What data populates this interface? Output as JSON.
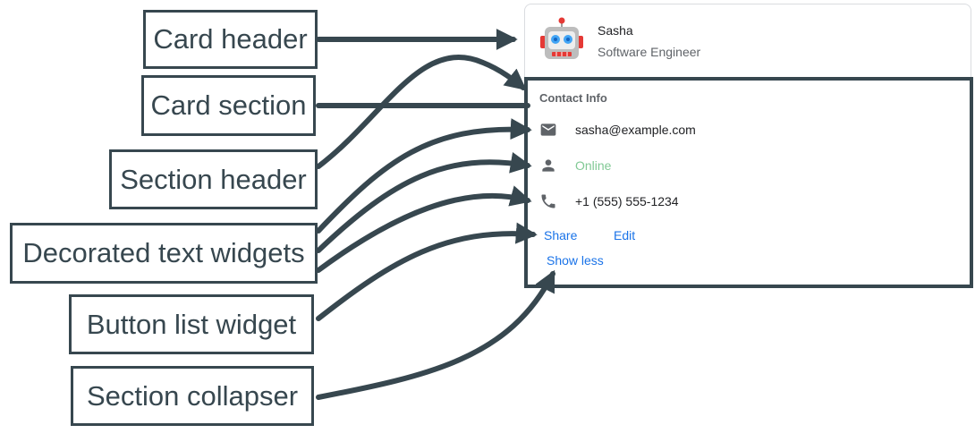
{
  "labels": {
    "card_header": "Card header",
    "card_section": "Card section",
    "section_header": "Section header",
    "decorated_text": "Decorated text widgets",
    "button_list": "Button list widget",
    "section_collapser": "Section collapser"
  },
  "card": {
    "header_title": "Sasha",
    "header_subtitle": "Software Engineer",
    "section_title": "Contact Info",
    "email": "sasha@example.com",
    "status": "Online",
    "phone": "+1 (555) 555-1234",
    "share_label": "Share",
    "edit_label": "Edit",
    "collapse_label": "Show less"
  },
  "icons": {
    "avatar": "robot-icon",
    "email": "email-icon",
    "status": "person-icon",
    "phone": "phone-icon"
  },
  "colors": {
    "annotation": "#37474f",
    "link": "#1a73e8",
    "online": "#81c995"
  }
}
